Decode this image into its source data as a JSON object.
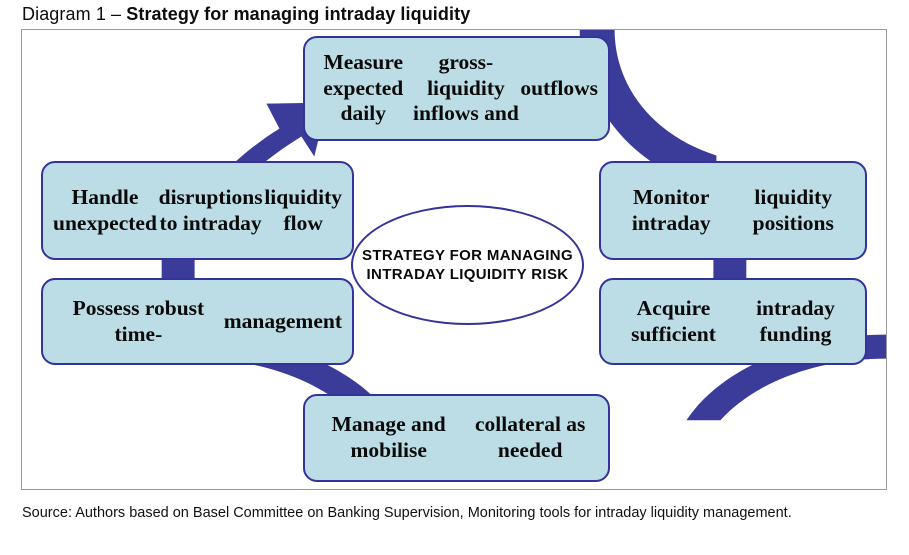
{
  "caption": {
    "lead": "Diagram 1 – ",
    "title": "Strategy for managing intraday liquidity"
  },
  "figure": {
    "hub": {
      "lines": [
        "STRATEGY FOR",
        "MANAGING",
        "INTRADAY",
        "LIQUIDITY RISK"
      ]
    },
    "nodes": [
      {
        "id": "top",
        "position": "top-center",
        "lines": [
          "Measure expected daily",
          "gross-liquidity inflows and",
          "outflows"
        ]
      },
      {
        "id": "right-1",
        "position": "right-upper",
        "lines": [
          "Monitor intraday",
          "liquidity positions"
        ]
      },
      {
        "id": "right-2",
        "position": "right-lower",
        "lines": [
          "Acquire sufficient",
          "intraday funding"
        ]
      },
      {
        "id": "bottom",
        "position": "bottom-center",
        "lines": [
          "Manage and mobilise",
          "collateral as needed"
        ]
      },
      {
        "id": "left-2",
        "position": "left-lower",
        "lines": [
          "Possess robust time-",
          "management"
        ]
      },
      {
        "id": "left-1",
        "position": "left-upper",
        "lines": [
          "Handle unexpected",
          "disruptions to intraday",
          "liquidity flow"
        ]
      }
    ],
    "connectors": [
      {
        "id": "left-upper-to-top",
        "type": "arrow",
        "from": "left-upper",
        "to": "top-center"
      },
      {
        "id": "top-to-right-upper",
        "type": "ribbon",
        "from": "top-center",
        "to": "right-upper"
      },
      {
        "id": "right-upper-to-right-lower",
        "type": "bar",
        "from": "right-upper",
        "to": "right-lower"
      },
      {
        "id": "right-lower-to-bottom",
        "type": "ribbon",
        "from": "right-lower",
        "to": "bottom-center"
      },
      {
        "id": "bottom-to-left-lower",
        "type": "ribbon",
        "from": "bottom-center",
        "to": "left-lower"
      },
      {
        "id": "left-lower-to-left-upper",
        "type": "bar",
        "from": "left-lower",
        "to": "left-upper"
      }
    ]
  },
  "colors": {
    "node_fill": "#bcdde5",
    "node_border": "#333399",
    "connector": "#3b3b99",
    "frame_border": "#9a9a9a",
    "hub_fill": "#ffffff",
    "text": "#0a0a0a"
  },
  "source": {
    "text": "Source: Authors based on Basel Committee on Banking Supervision, Monitoring tools for intraday liquidity management."
  }
}
